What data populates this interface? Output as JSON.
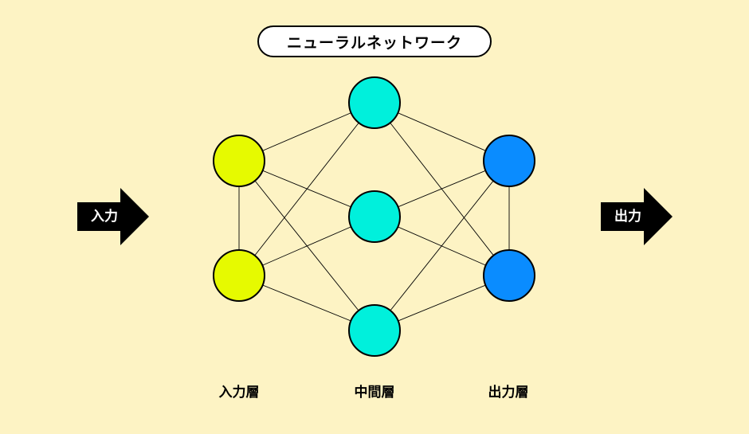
{
  "title": "ニューラルネットワーク",
  "input_arrow_label": "入力",
  "output_arrow_label": "出力",
  "layers": {
    "input": {
      "label": "入力層",
      "color": "#E6FA00",
      "node_count": 2
    },
    "hidden": {
      "label": "中間層",
      "color": "#00F0DC",
      "node_count": 3
    },
    "output": {
      "label": "出力層",
      "color": "#0A8CFF",
      "node_count": 2
    }
  },
  "colors": {
    "background": "#FDF3C4",
    "arrow": "#000000"
  }
}
